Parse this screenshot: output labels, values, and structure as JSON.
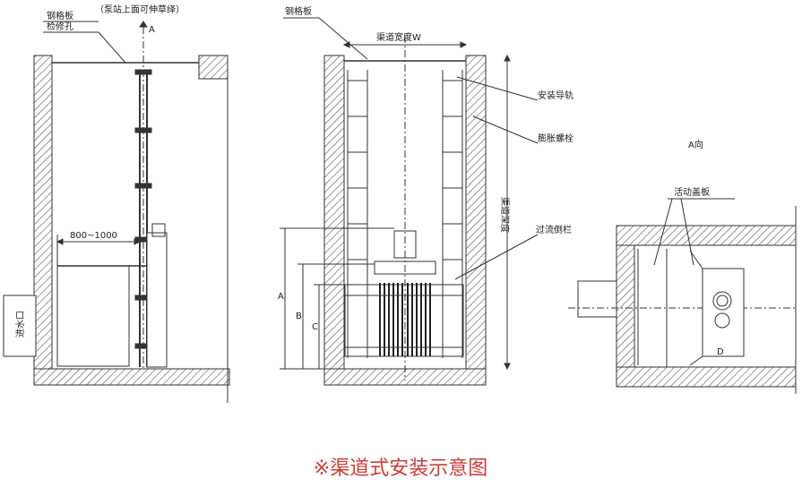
{
  "figure": {
    "caption": "※渠道式安装示意图",
    "left_view": {
      "label_steel_grating": "钢格板",
      "label_access_hole": "检修孔",
      "label_note": "（泵站上面可伸草绎）",
      "label_direction": "A",
      "label_dim_800_1000": "800~1000",
      "label_inlet": "进水口"
    },
    "middle_view": {
      "label_steel_grating": "钢格板",
      "label_channel_width": "渠道宽度W",
      "label_guide_rail": "安装导轨",
      "label_expansion_bolt": "膨胀螺栓",
      "label_channel_depth": "渠道深度",
      "label_overflow_rail": "过流倒栏",
      "label_dim_a": "A",
      "label_dim_b": "B",
      "label_dim_c": "C"
    },
    "right_view": {
      "title": "A向",
      "label_movable_cover": "活动盖板",
      "label_d": "D"
    }
  },
  "colors": {
    "line": "#333333",
    "caption": "#d23a3a"
  }
}
